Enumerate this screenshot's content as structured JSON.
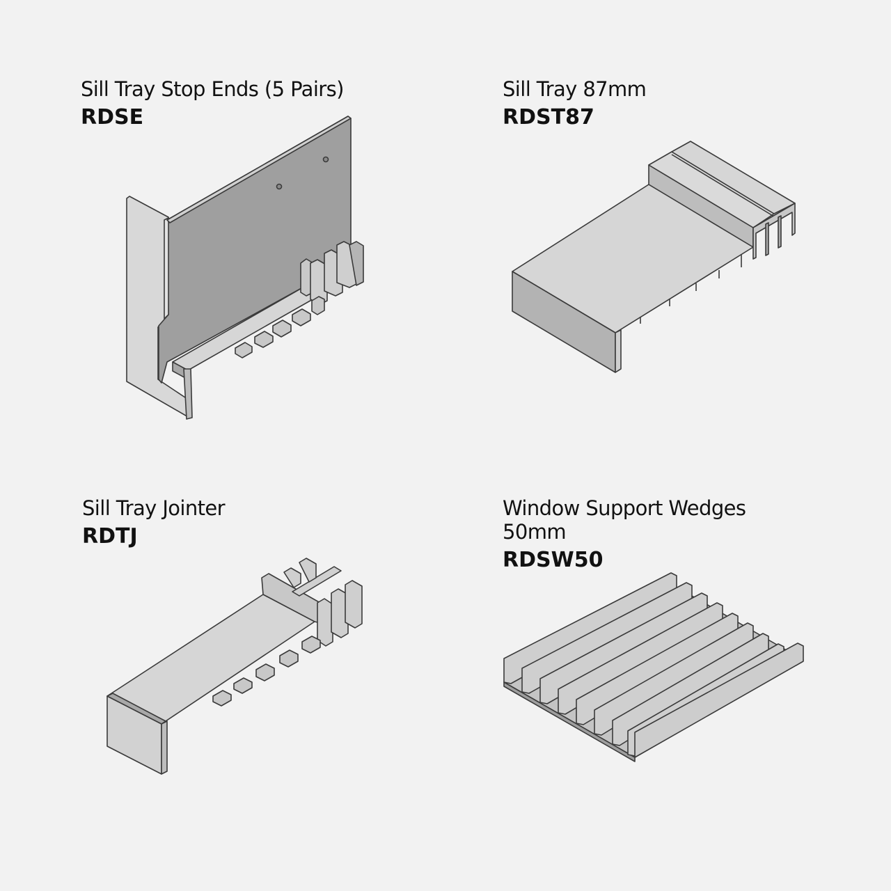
{
  "products": [
    {
      "name": "Sill Tray Stop Ends (5 Pairs)",
      "code": "RDSE",
      "illustration": "stop-end-drawing"
    },
    {
      "name": "Sill Tray 87mm",
      "code": "RDST87",
      "illustration": "sill-tray-drawing"
    },
    {
      "name": "Sill Tray Jointer",
      "code": "RDTJ",
      "illustration": "jointer-drawing"
    },
    {
      "name": "Window Support Wedges 50mm",
      "name_line1": "Window Support Wedges",
      "name_line2": "50mm",
      "code": "RDSW50",
      "illustration": "wedges-drawing"
    }
  ],
  "colors": {
    "background": "#f2f2f2",
    "face_dark": "#a9a9a9",
    "face_mid": "#c4c4c4",
    "face_light": "#dcdcdc",
    "outline": "#3a3a3a",
    "text": "#111111"
  }
}
